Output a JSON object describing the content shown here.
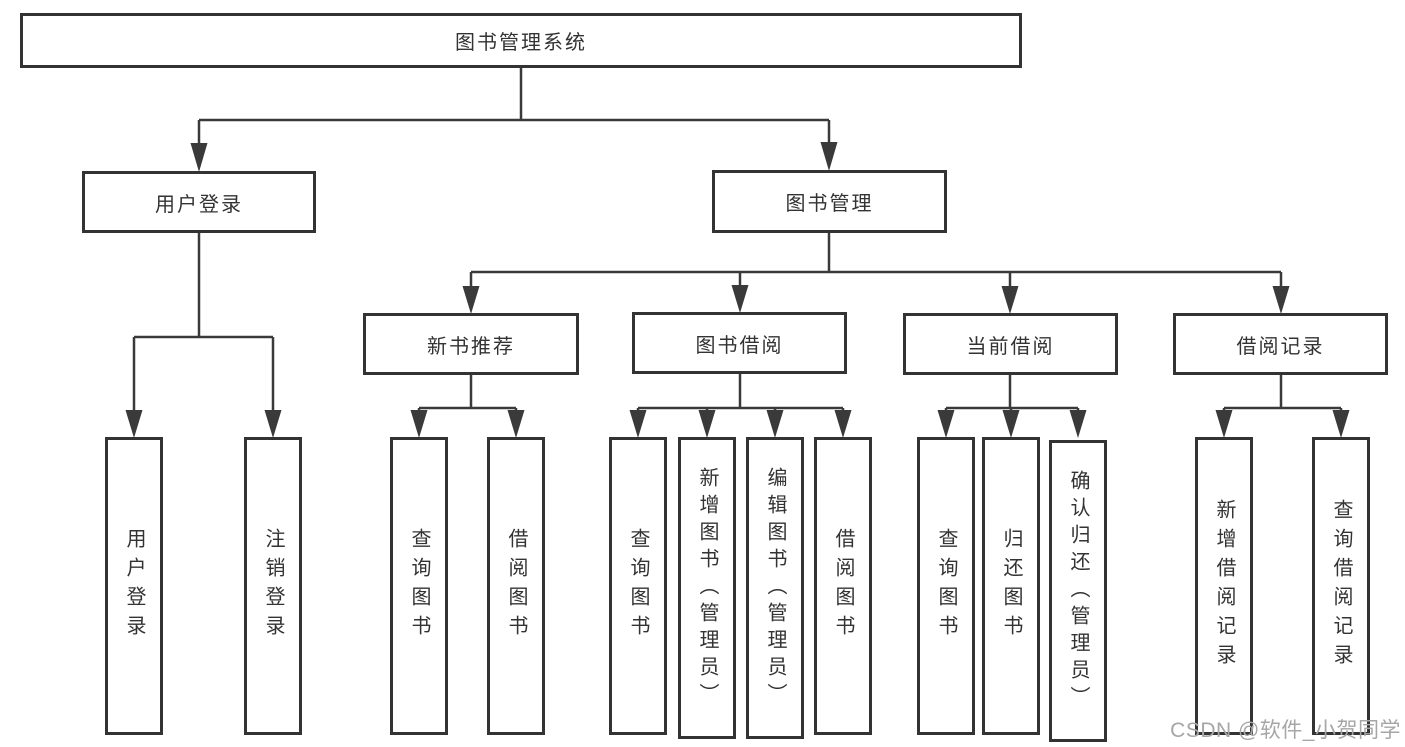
{
  "diagram": {
    "root": {
      "label": "图书管理系统"
    },
    "level2": [
      {
        "label": "用户登录"
      },
      {
        "label": "图书管理"
      }
    ],
    "level3": [
      {
        "label": "新书推荐",
        "parent": "图书管理"
      },
      {
        "label": "图书借阅",
        "parent": "图书管理"
      },
      {
        "label": "当前借阅",
        "parent": "图书管理"
      },
      {
        "label": "借阅记录",
        "parent": "图书管理"
      }
    ],
    "leaves": [
      {
        "label": "用户登录",
        "parent": "用户登录"
      },
      {
        "label": "注销登录",
        "parent": "用户登录"
      },
      {
        "label": "查询图书",
        "parent": "新书推荐"
      },
      {
        "label": "借阅图书",
        "parent": "新书推荐"
      },
      {
        "label": "查询图书",
        "parent": "图书借阅"
      },
      {
        "label": "新增图书（管理员）",
        "parent": "图书借阅"
      },
      {
        "label": "编辑图书（管理员）",
        "parent": "图书借阅"
      },
      {
        "label": "借阅图书",
        "parent": "图书借阅"
      },
      {
        "label": "查询图书",
        "parent": "当前借阅"
      },
      {
        "label": "归还图书",
        "parent": "当前借阅"
      },
      {
        "label": "确认归还（管理员）",
        "parent": "当前借阅"
      },
      {
        "label": "新增借阅记录",
        "parent": "借阅记录"
      },
      {
        "label": "查询借阅记录",
        "parent": "借阅记录"
      }
    ]
  },
  "watermark": {
    "text": "CSDN @软件_小贺同学"
  },
  "colors": {
    "line": "#3a3a3a",
    "border": "#333333",
    "text": "#333333",
    "background": "#ffffff",
    "watermark": "#a6a6a6"
  }
}
